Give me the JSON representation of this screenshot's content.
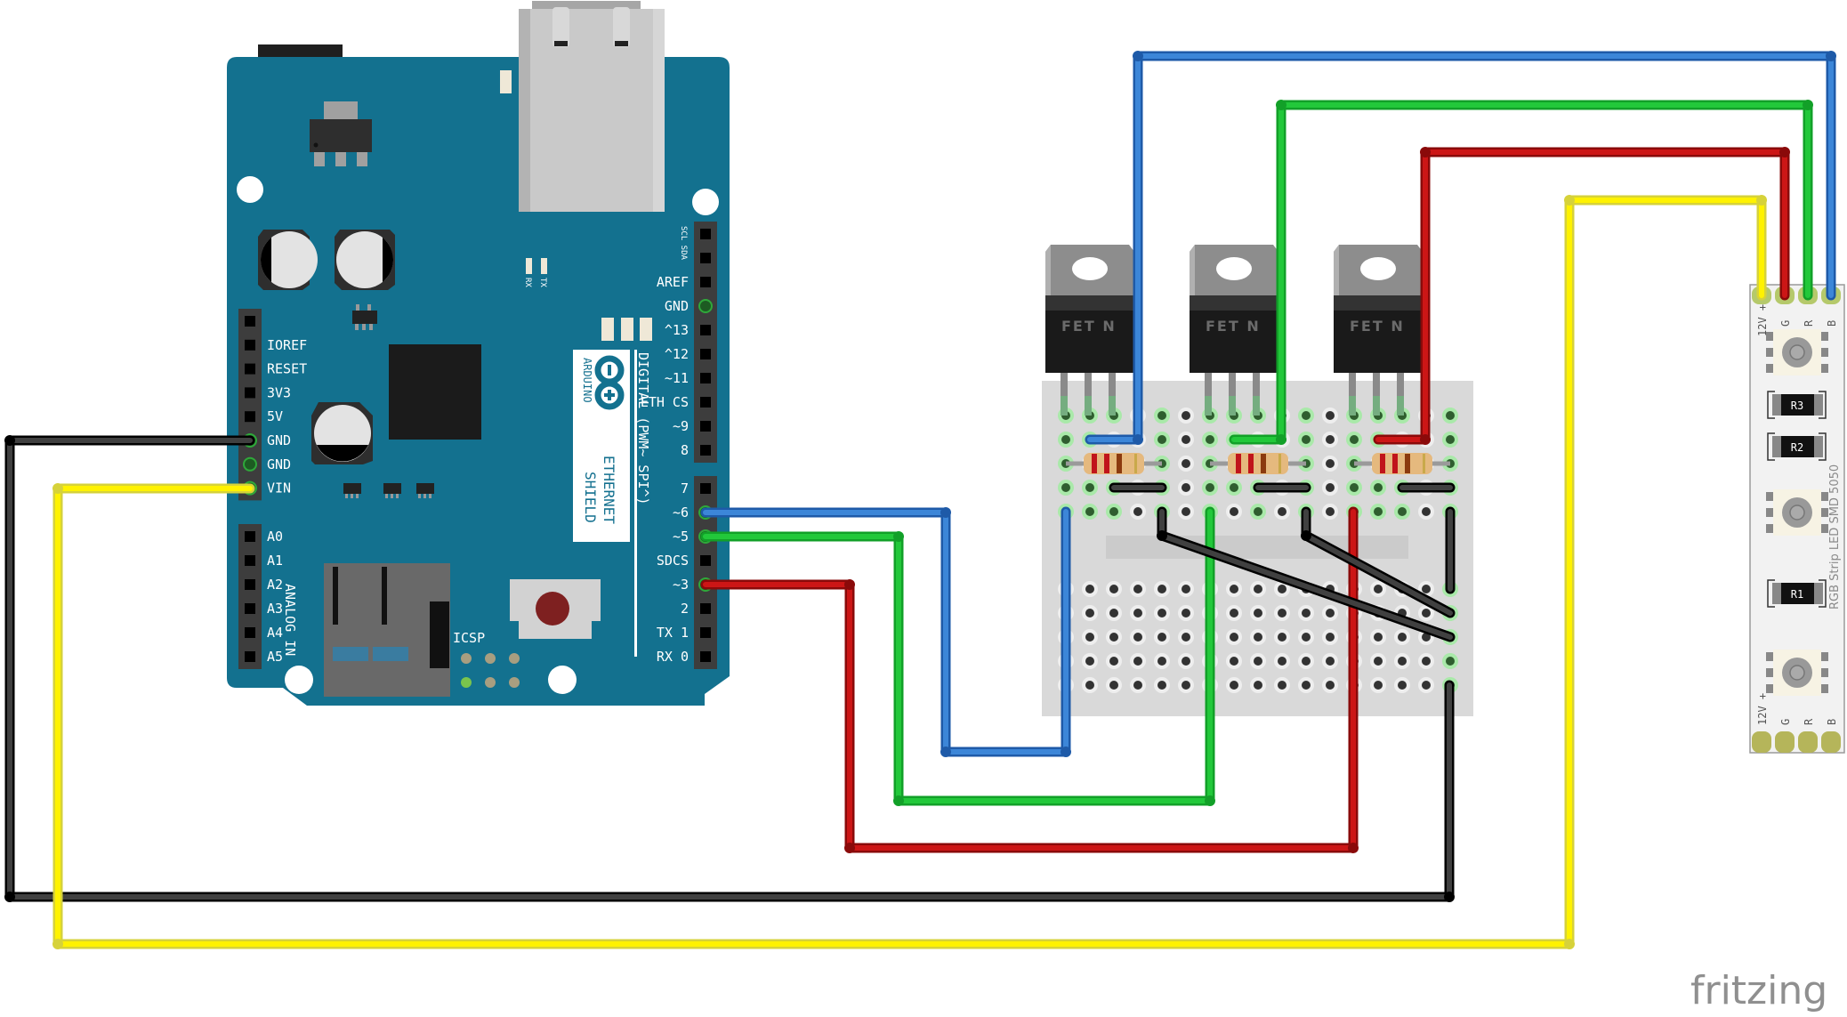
{
  "diagram": {
    "tool_logo": "fritzing",
    "colors": {
      "board": "#13718f",
      "wire_blue": "#3c86d8",
      "wire_green": "#22c83a",
      "wire_red": "#cc1616",
      "wire_yellow": "#fff200",
      "wire_black": "#404040",
      "breadboard": "#d9d9d9"
    },
    "arduino": {
      "name_line1": "ARDUINO",
      "name_line2": "ETHERNET",
      "name_line3": "SHIELD",
      "digital_caption": "DIGITAL (PWM~ SPI^)",
      "analog_caption": "ANALOG IN",
      "icsp_label": "ICSP",
      "rx_led": "RX",
      "tx_led": "TX",
      "scl_sda": "SCL SDA",
      "power_pins": [
        "IOREF",
        "RESET",
        "3V3",
        "5V",
        "GND",
        "GND",
        "VIN"
      ],
      "analog_pins": [
        "A0",
        "A1",
        "A2",
        "A3",
        "A4",
        "A5"
      ],
      "digital_pins_upper": [
        "AREF",
        "GND",
        "^13",
        "^12",
        "~11",
        "ETH CS",
        "~9",
        "8"
      ],
      "digital_pins_lower": [
        "7",
        "~6",
        "~5",
        "SDCS",
        "~3",
        "2",
        "TX 1",
        "RX 0"
      ]
    },
    "mosfets": [
      {
        "label": "FET N"
      },
      {
        "label": "FET N"
      },
      {
        "label": "FET N"
      }
    ],
    "led_strip": {
      "label": "RGB Strip LED SMD 5050",
      "pin_labels": [
        "12V +",
        "G",
        "R",
        "B"
      ],
      "resistors": [
        "R3",
        "R2",
        "R1"
      ]
    },
    "connections": [
      {
        "color": "blue",
        "from": "Arduino ~6",
        "to": "MOSFET 1 gate / LED strip B"
      },
      {
        "color": "green",
        "from": "Arduino ~5",
        "to": "MOSFET 2 gate / LED strip R"
      },
      {
        "color": "red",
        "from": "Arduino ~3",
        "to": "MOSFET 3 gate / LED strip G"
      },
      {
        "color": "black",
        "from": "Arduino GND",
        "to": "Breadboard ground"
      },
      {
        "color": "yellow",
        "from": "Arduino VIN",
        "to": "LED strip 12V +"
      }
    ]
  }
}
